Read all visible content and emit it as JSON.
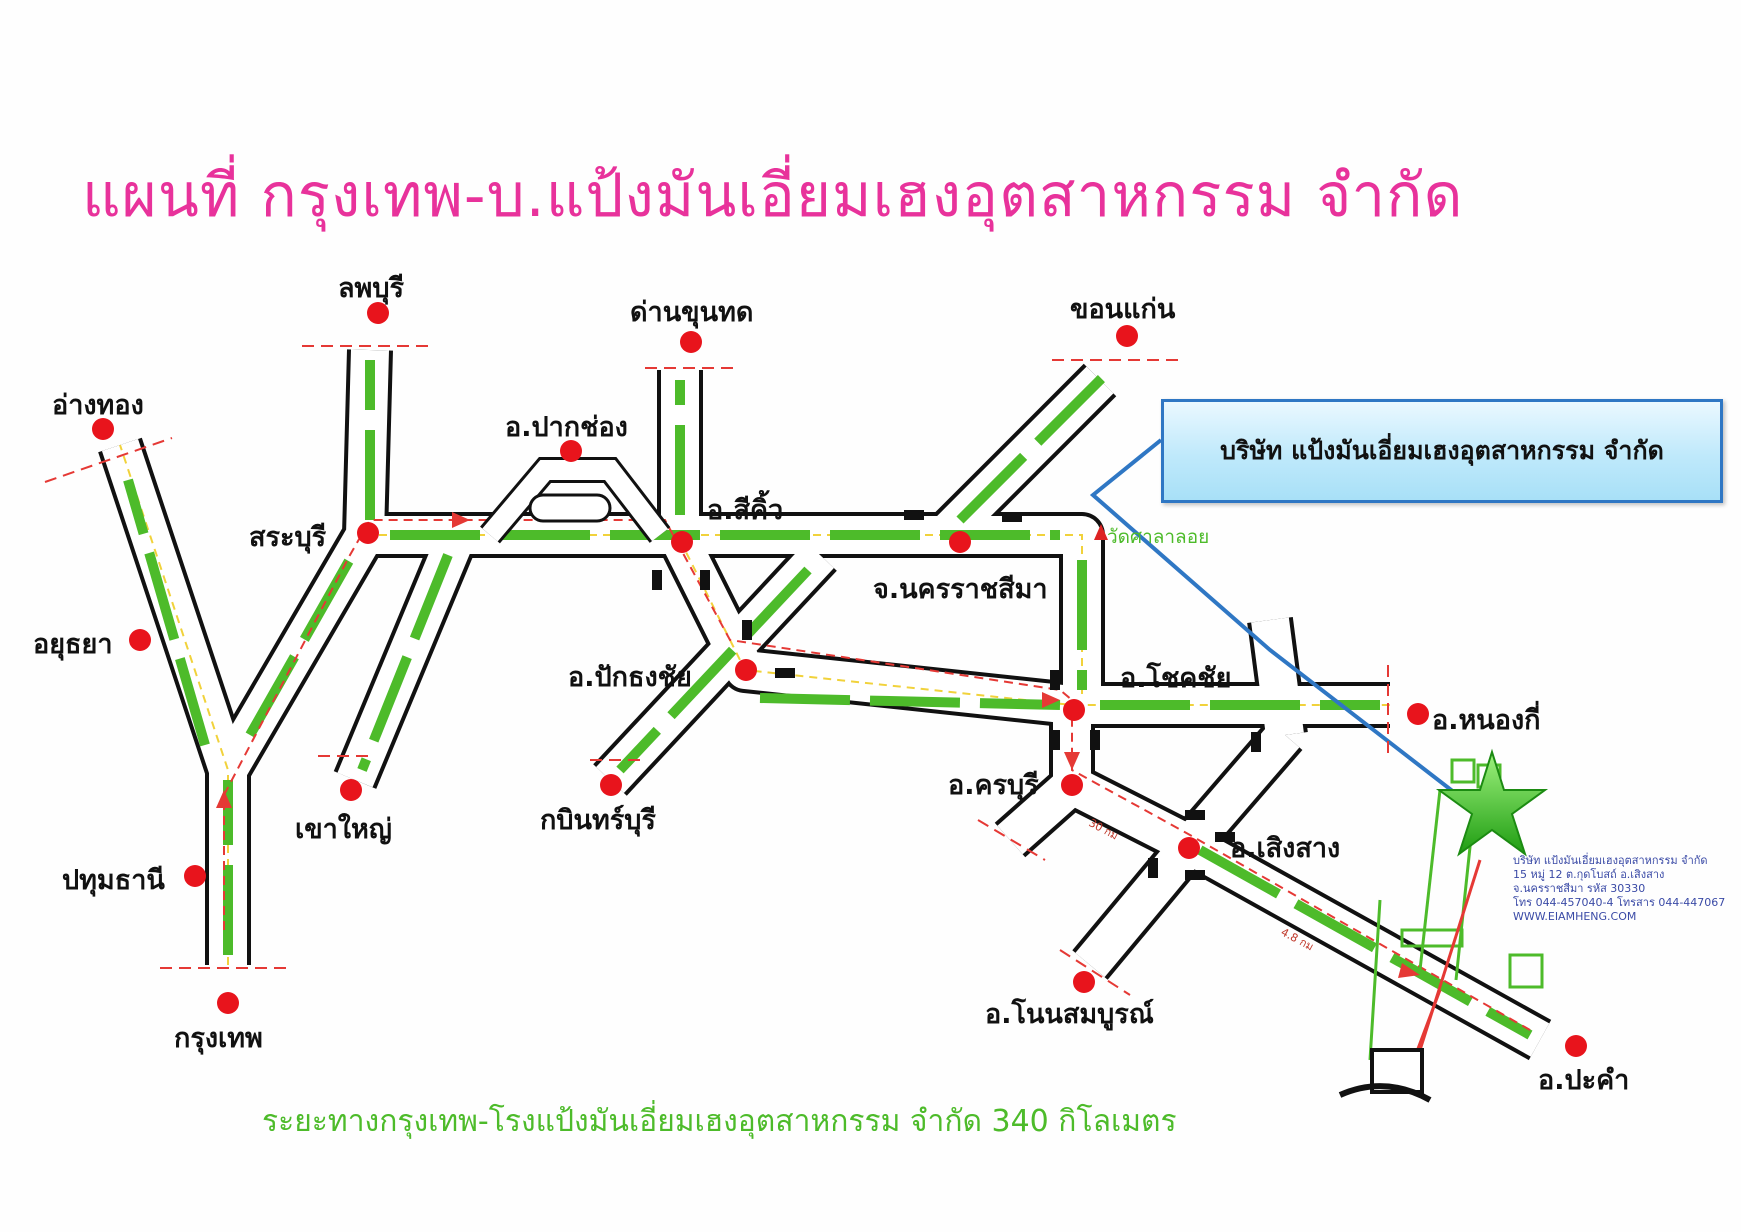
{
  "title": "แผนที่ กรุงเทพ-บ.แป้งมันเอี่ยมเฮงอุตสาหกรรม จำกัด",
  "footer": "ระยะทางกรุงเทพ-โรงแป้งมันเอี่ยมเฮงอุตสาหกรรม จำกัด 340 กิโลเมตร",
  "callout": "บริษัท แป้งมันเอี่ยมเฮงอุตสาหกรรม จำกัด",
  "landmark": "วัดศาลาลอย",
  "places": {
    "lopburi": "ลพบุรี",
    "angthong": "อ่างทอง",
    "saraburi": "สระบุรี",
    "ayutthaya": "อยุธยา",
    "pathumthani": "ปทุมธานี",
    "bangkok": "กรุงเทพ",
    "khaoyai": "เขาใหญ่",
    "pakchong": "อ.ปากช่อง",
    "dankhuntot": "ด่านขุนทด",
    "sikhio": "อ.สีคิ้ว",
    "khonkaen": "ขอนแก่น",
    "nakhonratchasima": "จ.นครราชสีมา",
    "pakthongchai": "อ.ปักธงชัย",
    "kabinburi": "กบินทร์บุรี",
    "chokchai": "อ.โชคชัย",
    "nongki": "อ.หนองกี่",
    "khonburi": "อ.ครบุรี",
    "soengsang": "อ.เสิงสาง",
    "nonsomboon": "อ.โนนสมบูรณ์",
    "pakham": "อ.ปะคำ"
  },
  "distances": {
    "a": "30 กม",
    "b": "4.8 กม"
  },
  "factory_info": [
    "บริษัท แป้งมันเอี่ยมเฮงอุตสาหกรรม จำกัด",
    "15 หมู่ 12 ต.กุดโบสถ์ อ.เสิงสาง",
    "จ.นครราชสีมา รหัส 30330",
    "โทร 044-457040-4 โทรสาร 044-447067",
    "WWW.EIAMHENG.COM"
  ],
  "colors": {
    "title": "#e8329b",
    "footer": "#4dbb2a",
    "road_fill": "#4dbb2a",
    "route_marker": "#e53935",
    "callout_border": "#2f77c4",
    "star": "#3fc22a"
  }
}
